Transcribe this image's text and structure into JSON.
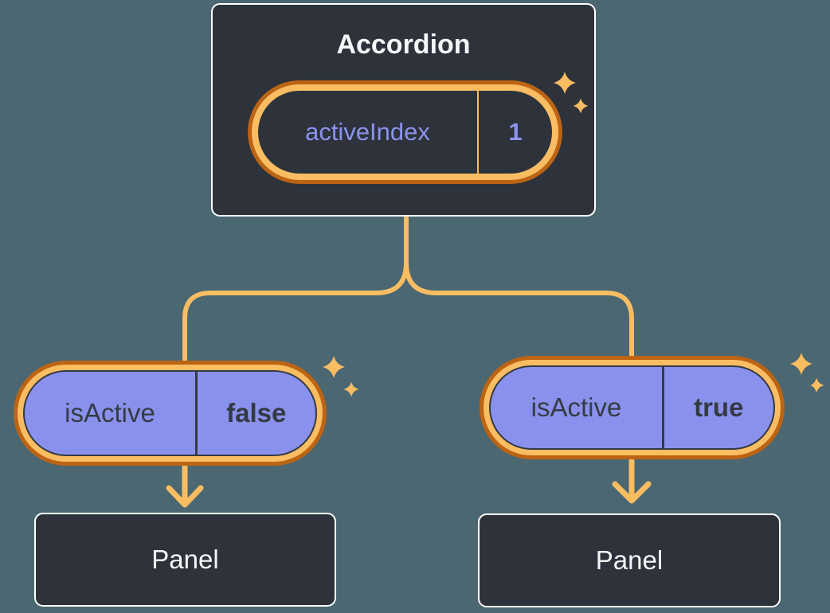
{
  "colors": {
    "background": "#4b6771",
    "card_bg": "#2d323b",
    "card_border": "#ffffff",
    "text_light": "#f6f7f9",
    "orange_dark": "#bc6414",
    "orange_light": "#fabd62",
    "connector_orange": "#fabd62",
    "purple_fill": "#8a91ec",
    "purple_text": "#8b93ee",
    "dark_text": "#343a44"
  },
  "root": {
    "title": "Accordion",
    "state": {
      "name": "activeIndex",
      "value": "1"
    }
  },
  "children": [
    {
      "state": {
        "name": "isActive",
        "value": "false"
      },
      "panel_label": "Panel"
    },
    {
      "state": {
        "name": "isActive",
        "value": "true"
      },
      "panel_label": "Panel"
    }
  ],
  "icons": {
    "sparkle": "sparkle-icon",
    "arrow": "arrow-down-icon"
  }
}
